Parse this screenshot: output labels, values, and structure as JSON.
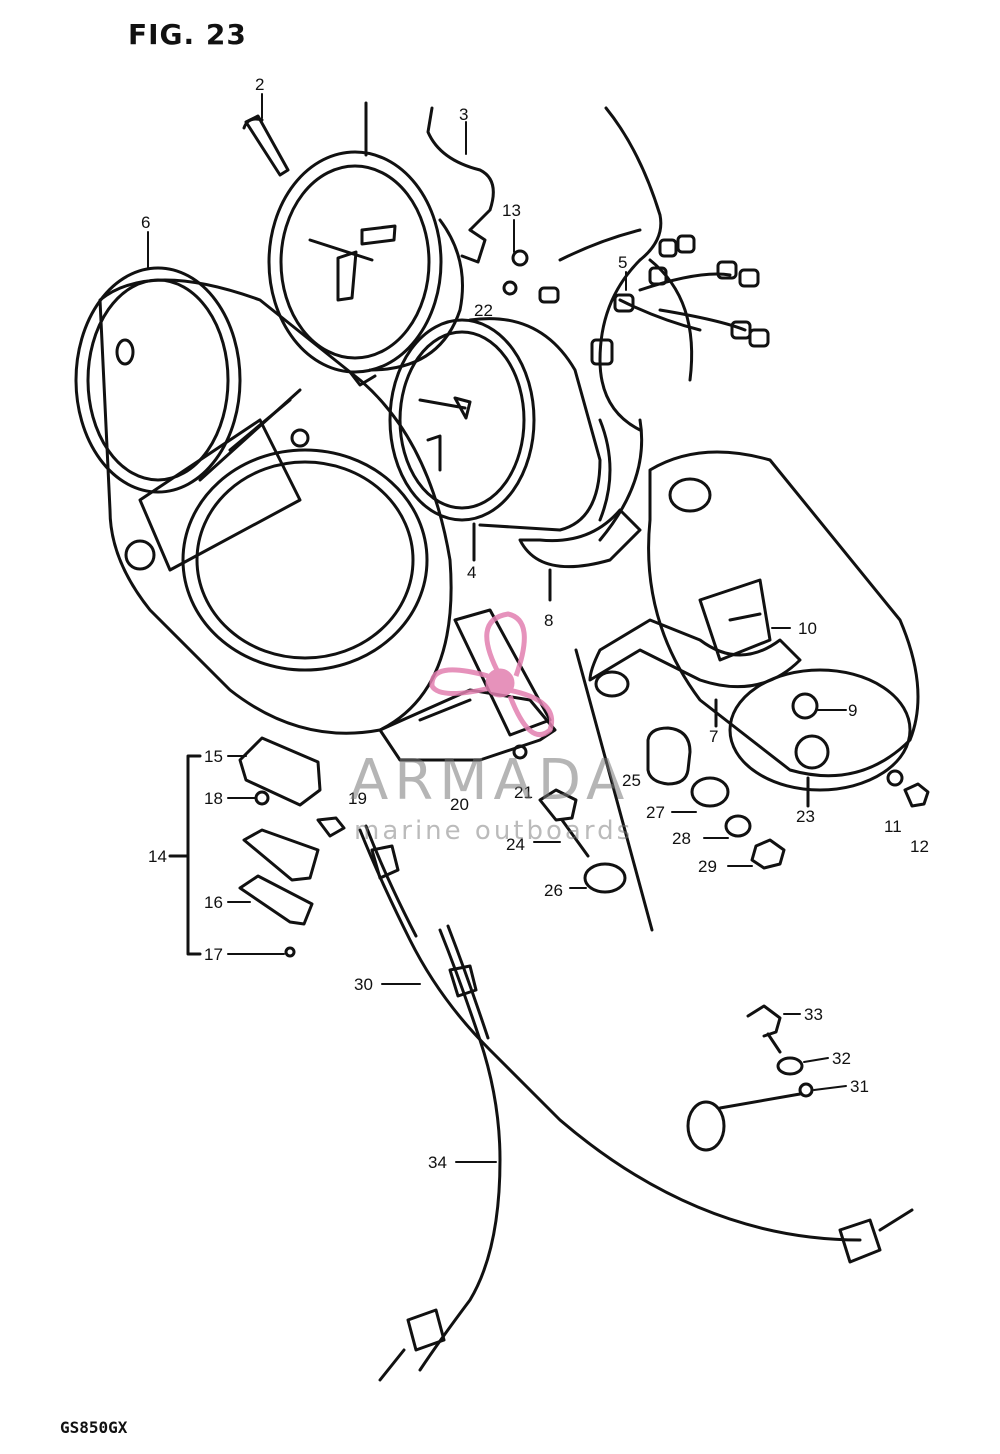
{
  "figure": {
    "title": "FIG. 23",
    "model": "GS850GX"
  },
  "watermark": {
    "brand": "ARMADA",
    "tagline": "marine outboards",
    "logo_color": "#e27fb0"
  },
  "callouts": [
    "2",
    "3",
    "6",
    "13",
    "5",
    "22",
    "4",
    "8",
    "10",
    "9",
    "7",
    "23",
    "11",
    "12",
    "15",
    "18",
    "19",
    "14",
    "16",
    "17",
    "20",
    "21",
    "25",
    "27",
    "28",
    "29",
    "24",
    "26",
    "30",
    "33",
    "32",
    "31",
    "34"
  ]
}
